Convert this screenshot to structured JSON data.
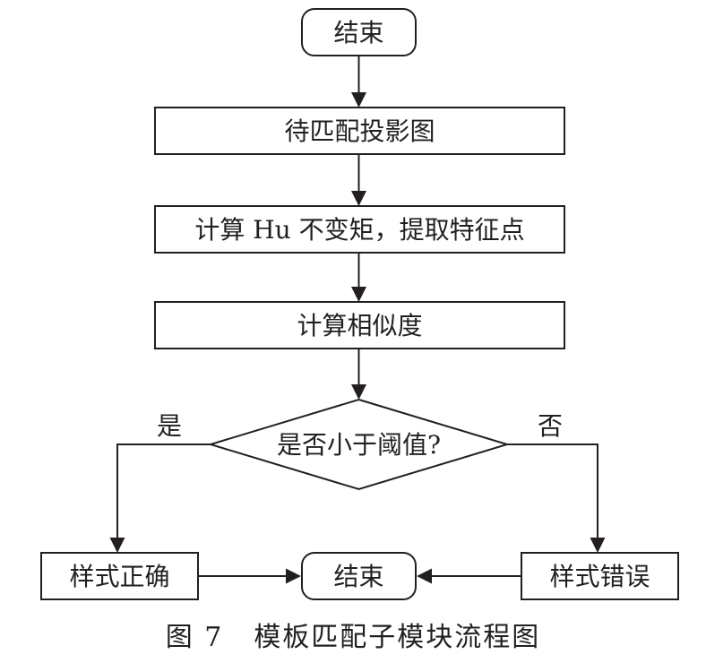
{
  "nodes": {
    "end_top": "结束",
    "projection": "待匹配投影图",
    "compute_hu": "计算 Hu 不变矩，提取特征点",
    "similarity": "计算相似度",
    "decision": "是否小于阈值?",
    "style_correct": "样式正确",
    "end_bottom": "结束",
    "style_error": "样式错误"
  },
  "branches": {
    "yes": "是",
    "no": "否"
  },
  "caption": {
    "figure_number": "图 7",
    "title": "模板匹配子模块流程图"
  }
}
